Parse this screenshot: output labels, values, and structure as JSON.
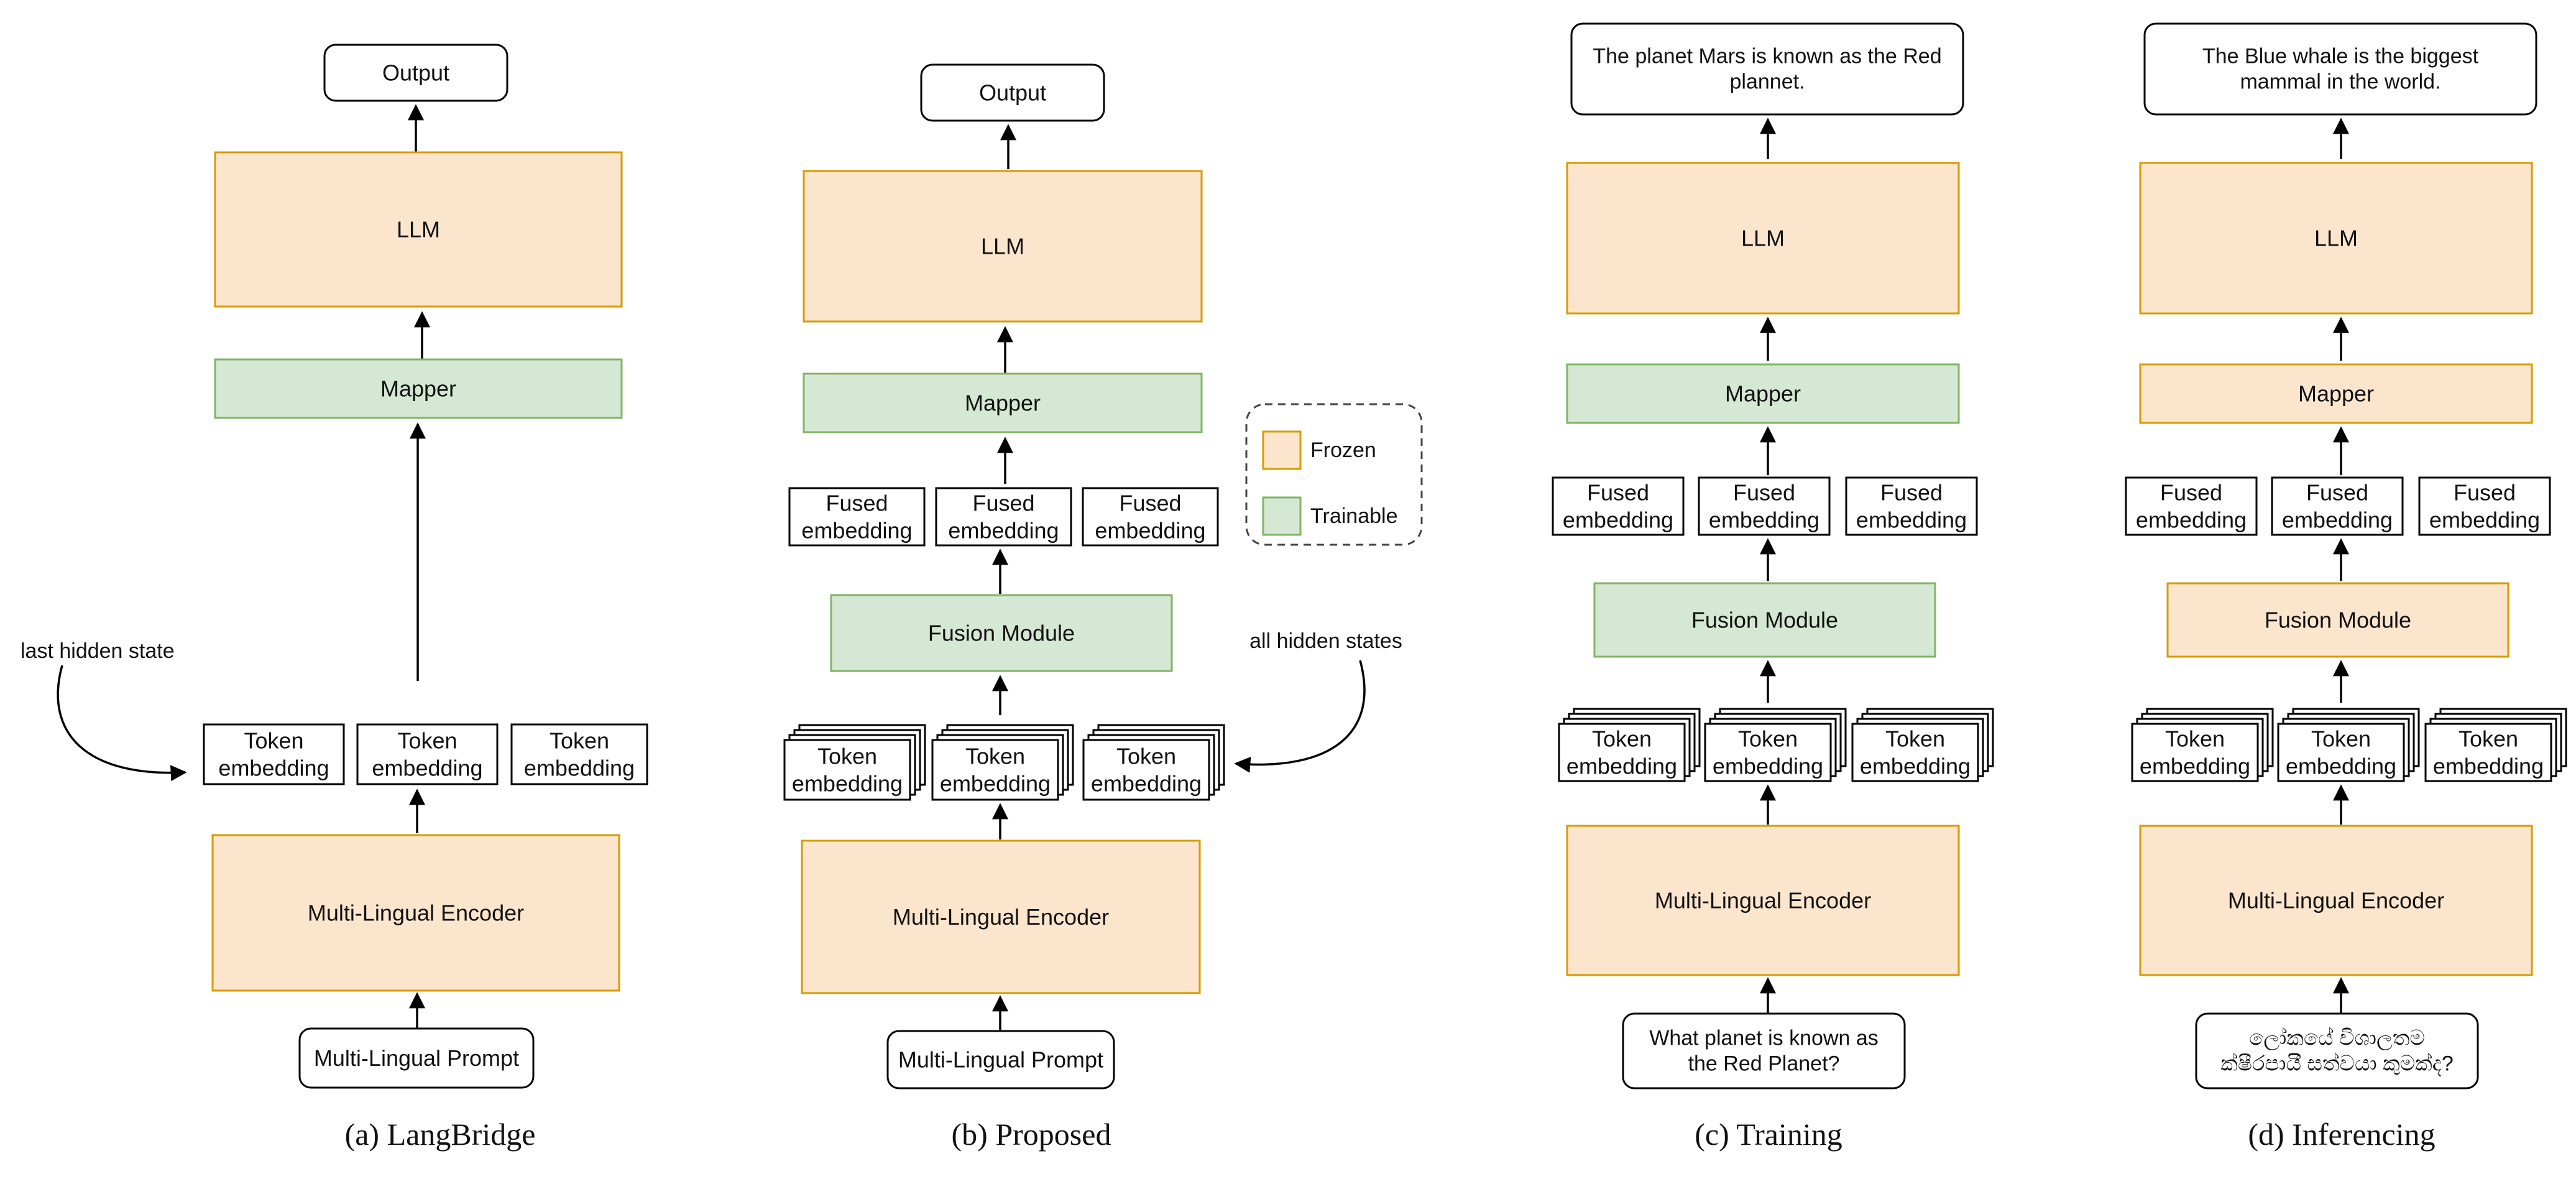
{
  "colors": {
    "frozen_fill": "#fce5cd",
    "frozen_stroke": "#d79b00",
    "trainable_fill": "#d5e8d4",
    "trainable_stroke": "#82b366",
    "plain_fill": "#ffffff",
    "stroke": "#000000"
  },
  "labels": {
    "output": "Output",
    "llm": "LLM",
    "mapper": "Mapper",
    "fusion_module": "Fusion Module",
    "encoder": "Multi-Lingual Encoder",
    "prompt": "Multi-Lingual Prompt",
    "token_embedding": [
      "Token",
      "embedding"
    ],
    "fused_embedding": [
      "Fused",
      "embedding"
    ],
    "last_hidden_state": "last hidden state",
    "all_hidden_states": "all hidden states"
  },
  "legend": {
    "frozen": "Frozen",
    "trainable": "Trainable"
  },
  "panels": {
    "a": {
      "caption": "(a) LangBridge",
      "mapper_state": "trainable"
    },
    "b": {
      "caption": "(b) Proposed",
      "mapper_state": "trainable",
      "fusion_state": "trainable"
    },
    "c": {
      "caption": "(c) Training",
      "mapper_state": "trainable",
      "fusion_state": "trainable",
      "output_text": [
        "The planet Mars is known as the Red",
        "plannet."
      ],
      "input_text": [
        "What planet is known as",
        "the Red Planet?"
      ]
    },
    "d": {
      "caption": "(d) Inferencing",
      "mapper_state": "frozen",
      "fusion_state": "frozen",
      "output_text": [
        "The Blue whale is the biggest",
        "mammal in the world."
      ],
      "input_text": [
        "ලෝකයේ විශාලතම",
        "ක්ෂීරපායී සත්වයා කුමක්ද?"
      ]
    }
  }
}
